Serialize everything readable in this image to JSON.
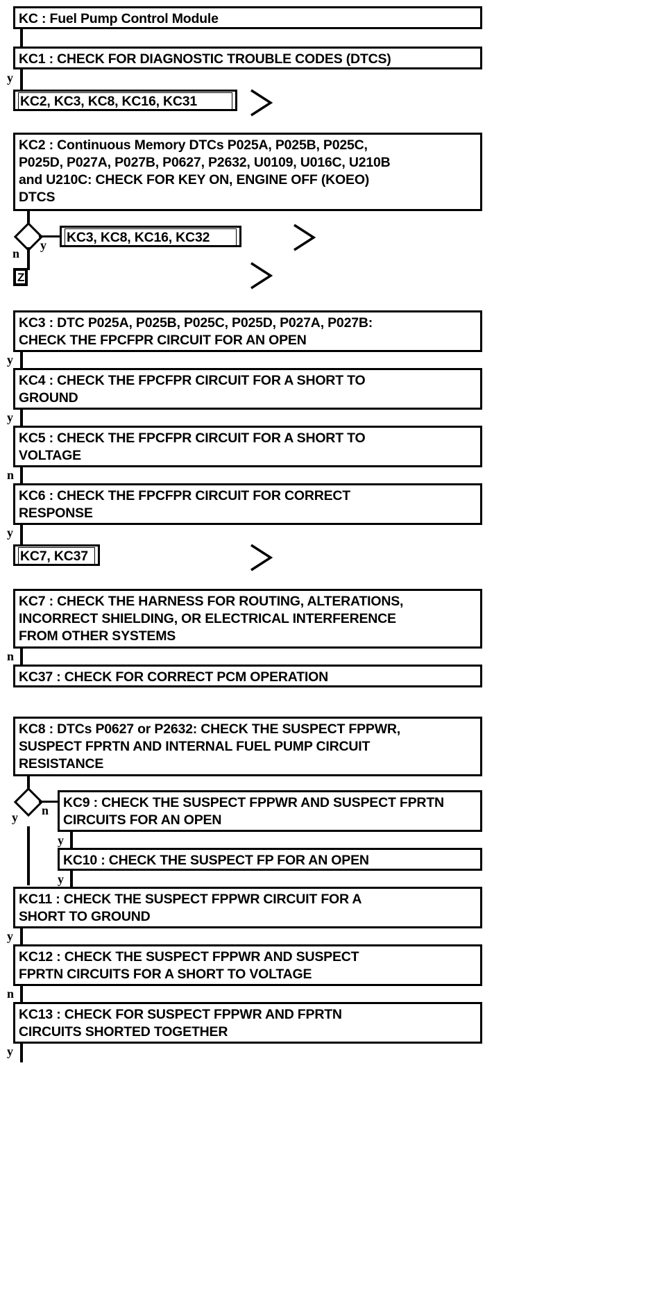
{
  "diagram": {
    "title": "KC : Fuel Pump Control Module",
    "type": "flowchart",
    "yes_label": "y",
    "no_label": "n",
    "marker_z": "Z"
  },
  "nodes": {
    "kc_title": "KC : Fuel Pump Control Module",
    "kc1": "KC1 : CHECK FOR DIAGNOSTIC TROUBLE CODES (DTCS)",
    "ref1": "KC2, KC3, KC8, KC16, KC31",
    "kc2": "KC2 : Continuous Memory DTCs P025A, P025B, P025C,\nP025D, P027A, P027B, P0627, P2632, U0109, U016C, U210B\nand U210C: CHECK FOR KEY ON, ENGINE OFF (KOEO)\nDTCS",
    "ref2": "KC3, KC8, KC16, KC32",
    "kc3": "KC3 : DTC P025A, P025B, P025C, P025D, P027A, P027B:\nCHECK THE FPCFPR CIRCUIT FOR AN OPEN",
    "kc4": "KC4 : CHECK THE FPCFPR CIRCUIT FOR A SHORT TO\nGROUND",
    "kc5": "KC5 : CHECK THE FPCFPR CIRCUIT FOR A SHORT TO\nVOLTAGE",
    "kc6": "KC6 : CHECK THE FPCFPR CIRCUIT FOR CORRECT\nRESPONSE",
    "ref3": "KC7, KC37",
    "kc7": "KC7 : CHECK THE HARNESS FOR ROUTING, ALTERATIONS,\nINCORRECT SHIELDING, OR ELECTRICAL INTERFERENCE\nFROM OTHER SYSTEMS",
    "kc37": "KC37 : CHECK FOR CORRECT PCM OPERATION",
    "kc8": "KC8 : DTCs P0627 or P2632: CHECK THE SUSPECT FPPWR,\nSUSPECT FPRTN AND INTERNAL FUEL PUMP CIRCUIT\nRESISTANCE",
    "kc9": "KC9 : CHECK THE SUSPECT FPPWR AND SUSPECT FPRTN\nCIRCUITS FOR AN OPEN",
    "kc10": "KC10 : CHECK THE SUSPECT FP FOR AN OPEN",
    "kc11": "KC11 : CHECK THE SUSPECT FPPWR CIRCUIT FOR A\nSHORT TO GROUND",
    "kc12": "KC12 : CHECK THE SUSPECT FPPWR AND SUSPECT\nFPRTN CIRCUITS FOR A SHORT TO VOLTAGE",
    "kc13": "KC13 : CHECK FOR SUSPECT FPPWR AND FPRTN\nCIRCUITS SHORTED TOGETHER"
  },
  "branches": {
    "kc1_out": "y",
    "kc2_yes": "y",
    "kc2_no": "n",
    "kc3_out": "y",
    "kc4_out": "y",
    "kc5_out": "n",
    "kc6_out": "y",
    "kc7_out": "n",
    "kc8_yes": "y",
    "kc8_no": "n",
    "kc9_out": "y",
    "kc10_out": "y",
    "kc11_out": "y",
    "kc12_out": "n",
    "kc13_out": "y"
  }
}
